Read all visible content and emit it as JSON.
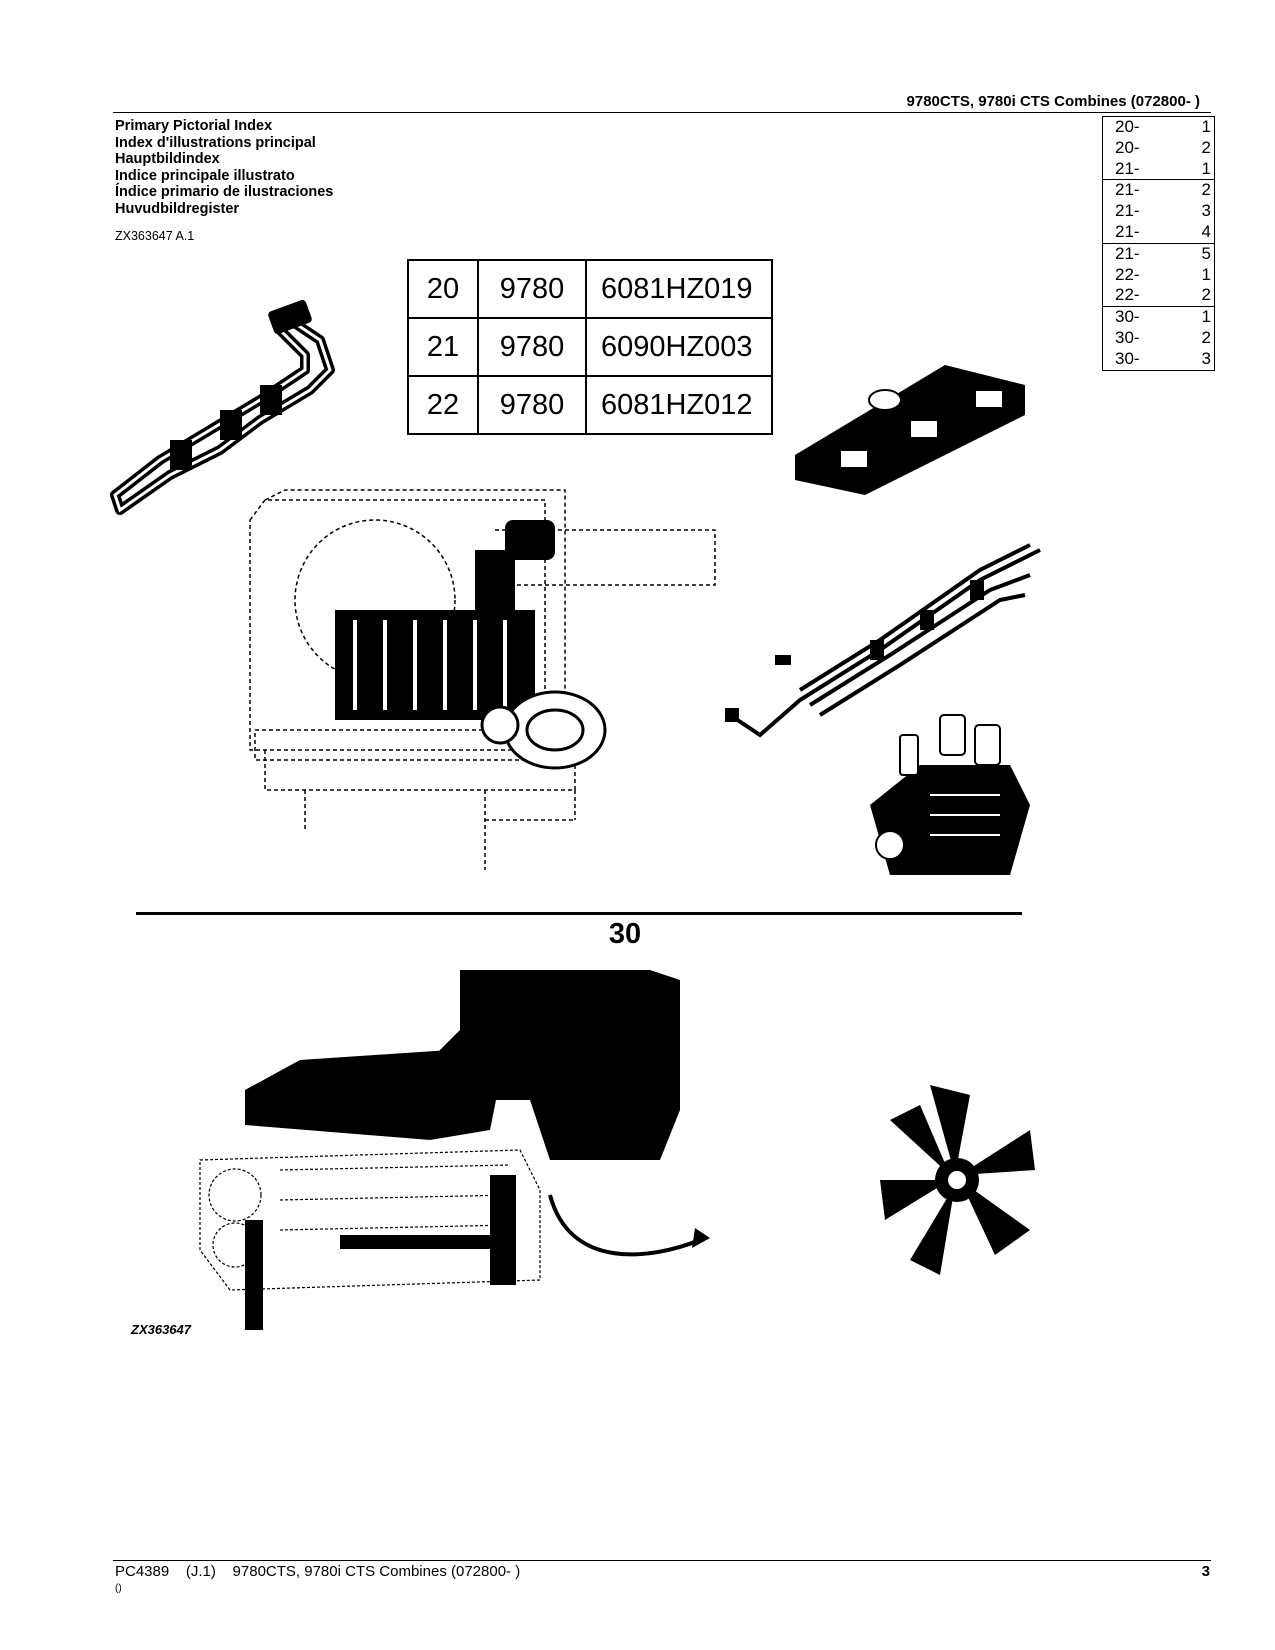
{
  "header": {
    "title": "9780CTS, 9780i CTS Combines (072800- )"
  },
  "titles": [
    "Primary Pictorial Index",
    "Index d'illustrations principal",
    "Hauptbildindex",
    "Indice principale illustrato",
    "Índice primario de ilustraciones",
    "Huvudbildregister"
  ],
  "reference": "ZX363647 A.1",
  "side_index": [
    {
      "rows": [
        {
          "code": "20-",
          "num": "1"
        },
        {
          "code": "20-",
          "num": "2"
        },
        {
          "code": "21-",
          "num": "1"
        }
      ]
    },
    {
      "rows": [
        {
          "code": "21-",
          "num": "2"
        },
        {
          "code": "21-",
          "num": "3"
        },
        {
          "code": "21-",
          "num": "4"
        }
      ]
    },
    {
      "rows": [
        {
          "code": "21-",
          "num": "5"
        },
        {
          "code": "22-",
          "num": "1"
        },
        {
          "code": "22-",
          "num": "2"
        }
      ]
    },
    {
      "rows": [
        {
          "code": "30-",
          "num": "1"
        },
        {
          "code": "30-",
          "num": "2"
        },
        {
          "code": "30-",
          "num": "3"
        }
      ]
    }
  ],
  "model_table": [
    {
      "section": "20",
      "model": "9780",
      "engine": "6081HZ019"
    },
    {
      "section": "21",
      "model": "9780",
      "engine": "6090HZ003"
    },
    {
      "section": "22",
      "model": "9780",
      "engine": "6081HZ012"
    }
  ],
  "section_number": "30",
  "illustration_label": "ZX363647",
  "footer": {
    "doc": "PC4389    (J.1)    9780CTS, 9780i CTS Combines (072800- )",
    "page": "3",
    "small": "()"
  },
  "illustrations": [
    "exhaust-manifold-icon",
    "engine-outline-icon",
    "exhaust-block-icon",
    "fuel-lines-icon",
    "fuel-pump-icon",
    "engine-cooling-package-icon",
    "fan-icon"
  ]
}
